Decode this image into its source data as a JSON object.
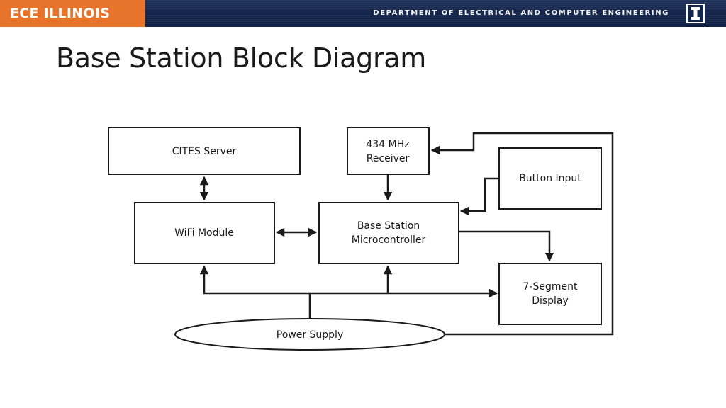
{
  "header": {
    "brand": "ECE ILLINOIS",
    "department": "DEPARTMENT OF ELECTRICAL AND COMPUTER ENGINEERING",
    "logo_icon": "block-i-logo-icon"
  },
  "slide": {
    "title": "Base Station Block Diagram"
  },
  "diagram": {
    "nodes": {
      "cites_server": {
        "label": "CITES Server"
      },
      "receiver": {
        "line1": "434 MHz",
        "line2": "Receiver"
      },
      "button_input": {
        "label": "Button Input"
      },
      "wifi_module": {
        "label": "WiFi Module"
      },
      "microcontroller": {
        "line1": "Base Station",
        "line2": "Microcontroller"
      },
      "seven_segment": {
        "line1": "7-Segment",
        "line2": "Display"
      },
      "power_supply": {
        "label": "Power Supply"
      }
    },
    "connections": [
      {
        "from": "cites_server",
        "to": "wifi_module",
        "type": "bidirectional"
      },
      {
        "from": "wifi_module",
        "to": "microcontroller",
        "type": "bidirectional"
      },
      {
        "from": "receiver",
        "to": "microcontroller",
        "type": "directed"
      },
      {
        "from": "button_input",
        "to": "microcontroller",
        "type": "directed"
      },
      {
        "from": "microcontroller",
        "to": "seven_segment",
        "type": "directed"
      },
      {
        "from": "power_supply",
        "to": "wifi_module",
        "type": "directed"
      },
      {
        "from": "power_supply",
        "to": "microcontroller",
        "type": "directed"
      },
      {
        "from": "power_supply",
        "to": "seven_segment",
        "type": "directed"
      },
      {
        "from": "power_supply",
        "to": "receiver",
        "type": "directed"
      }
    ]
  }
}
